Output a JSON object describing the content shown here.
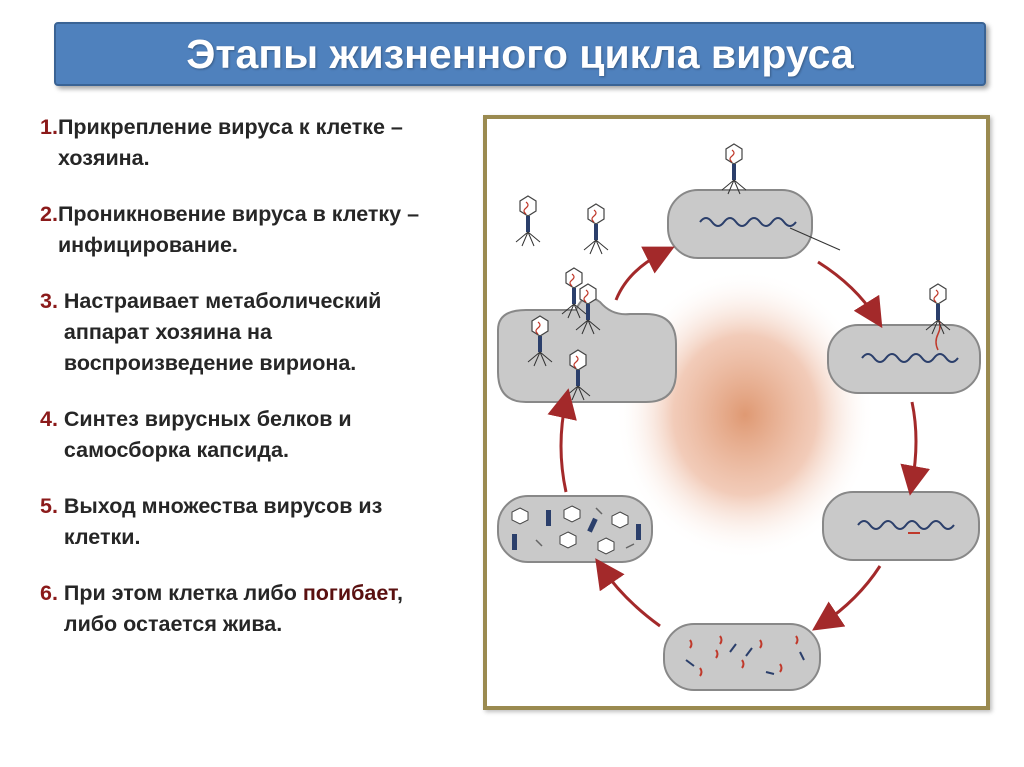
{
  "title": "Этапы жизненного цикла вируса",
  "steps": [
    {
      "num": "1.",
      "text": "Прикрепление вируса к клетке –хозяина."
    },
    {
      "num": "2.",
      "text": "Проникновение вируса в клетку – инфицирование."
    },
    {
      "num": "3. ",
      "text": "Настраивает метаболический аппарат хозяина на воспроизведение вириона."
    },
    {
      "num": "4. ",
      "text": "Синтез вирусных белков и самосборка капсида."
    },
    {
      "num": "5. ",
      "text": "Выход  множества вирусов из клетки."
    },
    {
      "num": "6. ",
      "text_before": "При этом клетка либо ",
      "highlight": "погибает",
      "text_after": ", либо остается жива."
    }
  ],
  "colors": {
    "title_bg": "#4f81bd",
    "number": "#8b1a1a",
    "text": "#262626",
    "frame": "#9a8a50",
    "arrow": "#a3292a",
    "cell_fill": "#c9c9c9",
    "dna": "#2b3f6b",
    "rna": "#c0392b"
  }
}
